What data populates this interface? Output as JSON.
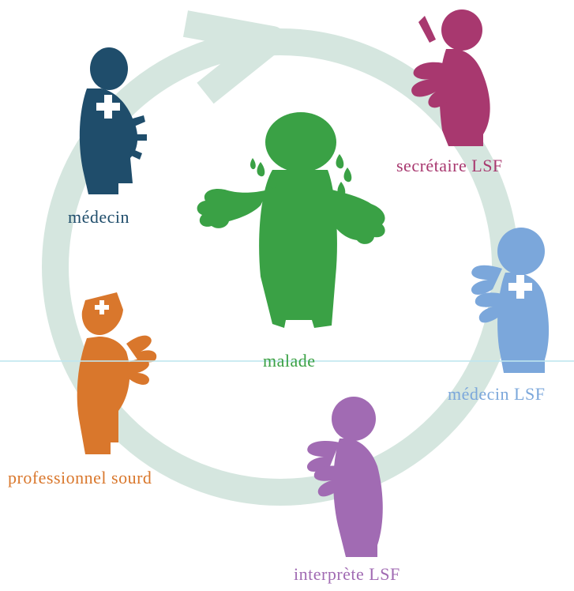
{
  "colors": {
    "circle": "#d5e6df",
    "medecin": "#1f4d6b",
    "secretaire": "#a8386f",
    "malade": "#3aa145",
    "medecin_lsf": "#7ba7db",
    "professionnel": "#d9772c",
    "interprete": "#a16bb3",
    "cross": "#ffffff"
  },
  "labels": {
    "medecin": "médecin",
    "secretaire": "secrétaire LSF",
    "malade": "malade",
    "medecin_lsf": "médecin LSF",
    "professionnel": "professionnel sourd",
    "interprete": "interprète LSF"
  }
}
